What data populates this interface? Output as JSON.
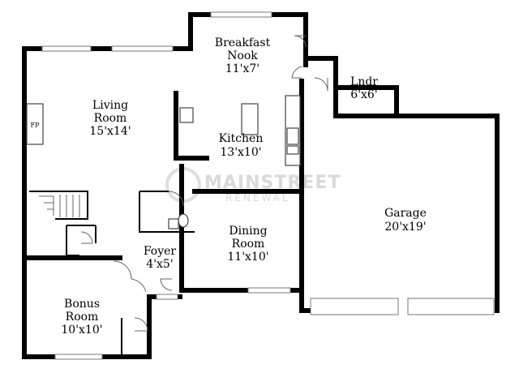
{
  "rooms": {
    "breakfast": {
      "name_1": "Breakfast",
      "name_2": "Nook",
      "size": "11'x7'"
    },
    "living": {
      "name_1": "Living",
      "name_2": "Room",
      "size": "15'x14'"
    },
    "laundry": {
      "name": "Lndr",
      "size": "6'x6'"
    },
    "kitchen": {
      "name": "Kitchen",
      "size": "13'x10'"
    },
    "garage": {
      "name": "Garage",
      "size": "20'x19'"
    },
    "dining": {
      "name_1": "Dining",
      "name_2": "Room",
      "size": "11'x10'"
    },
    "foyer": {
      "name": "Foyer",
      "size": "4'x5'"
    },
    "bonus": {
      "name_1": "Bonus",
      "name_2": "Room",
      "size": "10'x10'"
    }
  },
  "fireplace": {
    "label": "FP"
  },
  "watermark": {
    "line_1": "MAINSTREET",
    "line_2": "RENEWAL"
  }
}
